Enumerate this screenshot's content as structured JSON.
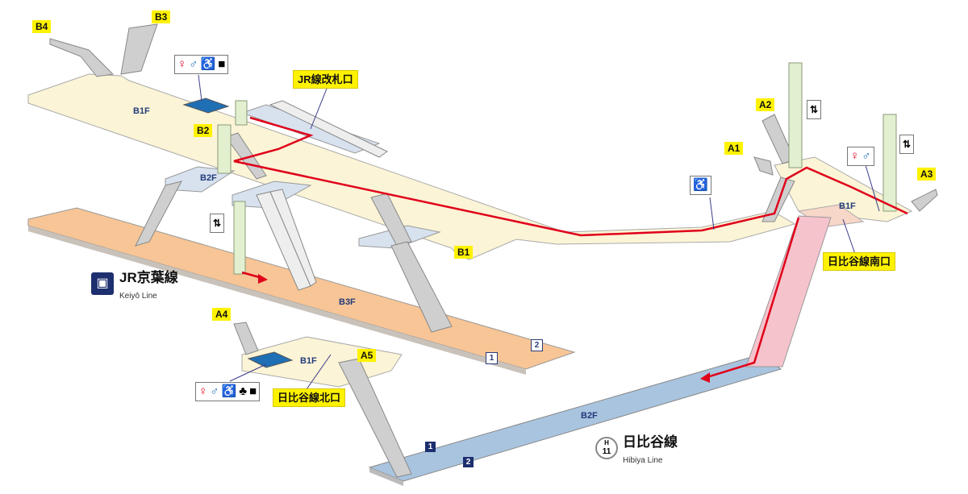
{
  "exits": {
    "B4": "B4",
    "B3": "B3",
    "B2": "B2",
    "B1": "B1",
    "A1": "A1",
    "A2": "A2",
    "A3": "A3",
    "A4": "A4",
    "A5": "A5"
  },
  "floors": {
    "jr_b1f": "B1F",
    "jr_b2f": "B2F",
    "jr_b3f": "B3F",
    "hibiya_b1f_south": "B1F",
    "hibiya_b1f_north": "B1F",
    "hibiya_b2f": "B2F"
  },
  "gates": {
    "jr": "JR線改札口",
    "hibiya_south": "日比谷線南口",
    "hibiya_north": "日比谷線北口"
  },
  "platforms": {
    "jr_1": "1",
    "jr_2": "2",
    "hibiya_1": "1",
    "hibiya_2": "2"
  },
  "lines": {
    "jr": {
      "name": "JR京葉線",
      "en": "Keiyō Line",
      "icon": "train-icon"
    },
    "hibiya": {
      "name": "日比谷線",
      "en": "Hibiya Line",
      "code_letter": "H",
      "code_num": "11"
    }
  },
  "colors": {
    "concourse": "#fbf4d6",
    "jr_platform": "#f7c596",
    "hibiya_platform": "#a9c4df",
    "route": "#e0001a",
    "exit_tag": "#fff200"
  }
}
